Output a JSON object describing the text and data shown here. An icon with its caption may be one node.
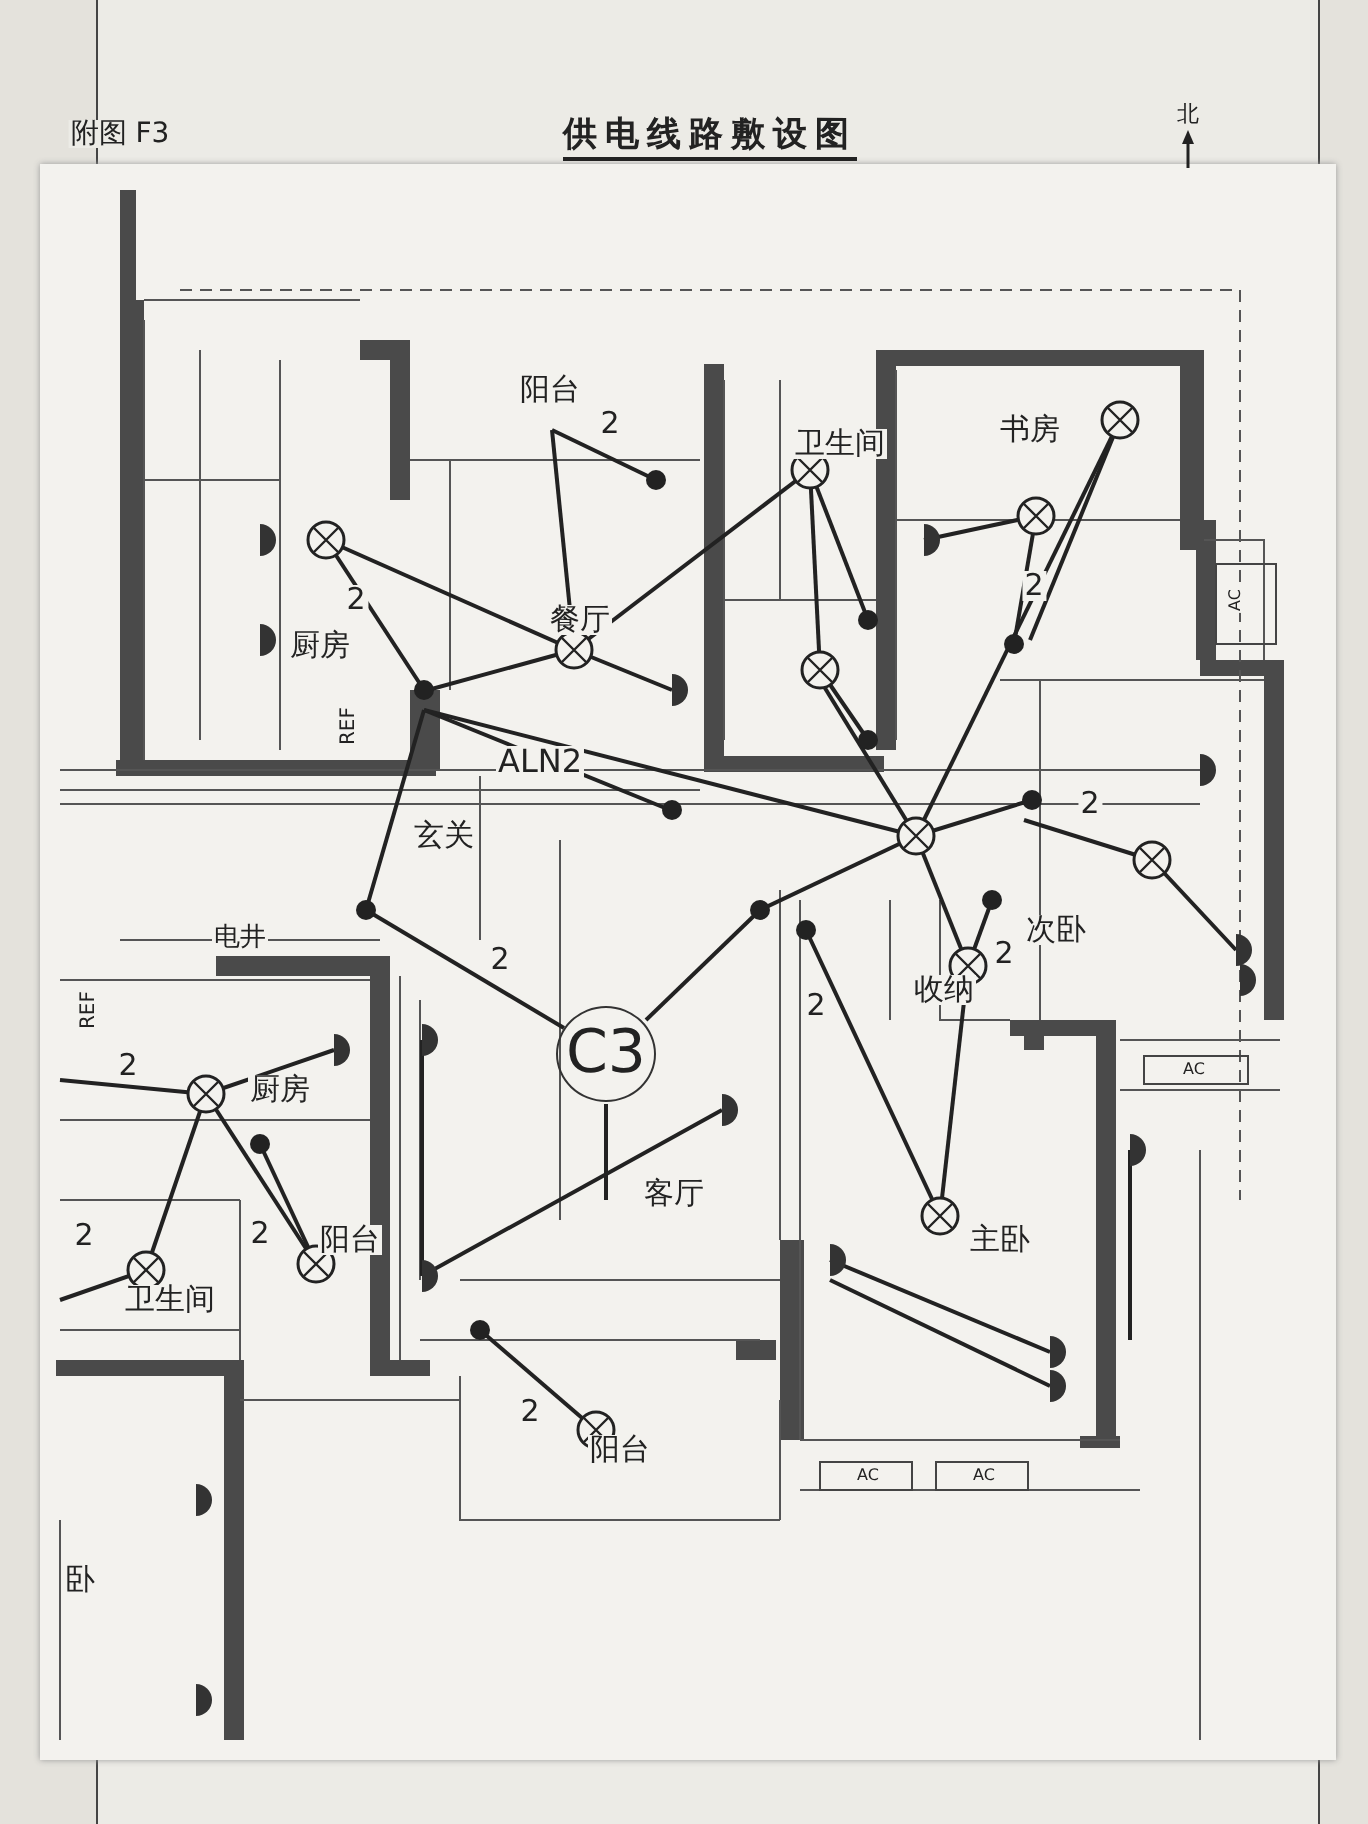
{
  "diagram": {
    "title": "供电线路敷设图",
    "labels": [
      "附图 F3",
      "北",
      "阳台",
      "2",
      "卫生间",
      "书房",
      "2",
      "厨房",
      "餐厅",
      "2",
      "REF",
      "ALN2",
      "2",
      "玄关",
      "电井",
      "2",
      "2",
      "收纳",
      "2",
      "次卧",
      "C3",
      "REF",
      "2",
      "厨房",
      "客厅",
      "2",
      "2",
      "阳台",
      "卫生间",
      "主卧",
      "AC",
      "AC",
      "AC",
      "AC",
      "2",
      "阳台",
      "卧"
    ]
  }
}
